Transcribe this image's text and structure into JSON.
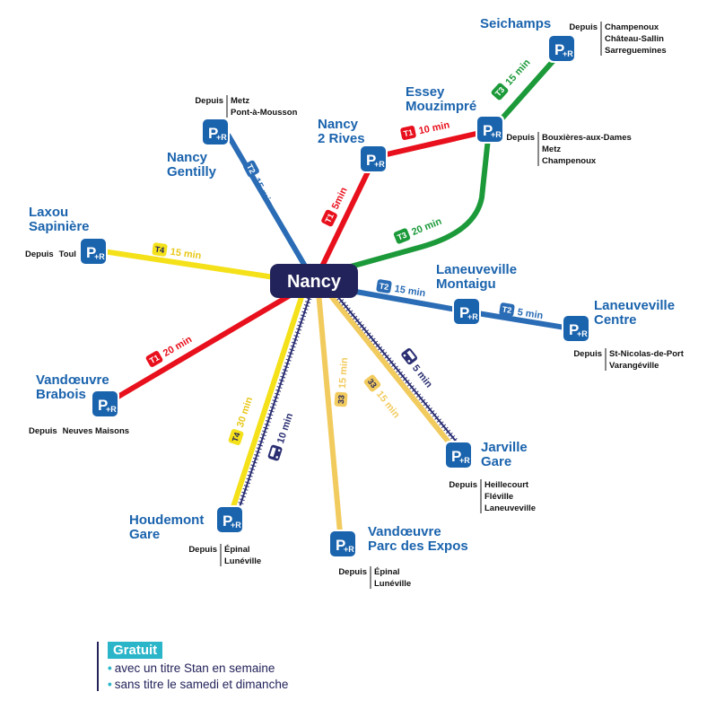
{
  "center": {
    "label": "Nancy"
  },
  "colors": {
    "T1": "#e8101c",
    "T2": "#2a6cb5",
    "T3": "#1c9a3a",
    "T4": "#f4e11a",
    "L33": "#f2cb5e",
    "rail": "#2b2f72",
    "brand": "#1a63ad",
    "accent": "#2bb5c9"
  },
  "lines": [
    {
      "id": "t2-gentilly",
      "badge": "T2",
      "time": "15 min"
    },
    {
      "id": "t1-2rives",
      "badge": "T1",
      "time": "5min"
    },
    {
      "id": "t1-essey",
      "badge": "T1",
      "time": "10 min"
    },
    {
      "id": "t3-essey",
      "badge": "T3",
      "time": "20 min"
    },
    {
      "id": "t3-seichamps",
      "badge": "T3",
      "time": "15 min"
    },
    {
      "id": "t4-laxou",
      "badge": "T4",
      "time": "15 min"
    },
    {
      "id": "t2-montaigu",
      "badge": "T2",
      "time": "15 min"
    },
    {
      "id": "t2-centre",
      "badge": "T2",
      "time": "5 min"
    },
    {
      "id": "t1-vandoeuvre",
      "badge": "T1",
      "time": "20 min"
    },
    {
      "id": "t4-houdemont",
      "badge": "T4",
      "time": "30 min"
    },
    {
      "id": "train-houdemont",
      "badge": "train-icon",
      "time": "10 min"
    },
    {
      "id": "l33-expos",
      "badge": "33",
      "time": "15 min"
    },
    {
      "id": "l33-jarville",
      "badge": "33",
      "time": "15 min"
    },
    {
      "id": "train-jarville",
      "badge": "train-icon",
      "time": "5 min"
    }
  ],
  "stations": [
    {
      "id": "seichamps",
      "name": [
        "Seichamps"
      ],
      "depuis": "Depuis",
      "from": [
        "Champenoux",
        "Château-Sallin",
        "Sarreguemines"
      ]
    },
    {
      "id": "essey",
      "name": [
        "Essey",
        "Mouzimpré"
      ],
      "depuis": "Depuis",
      "from": [
        "Bouxières-aux-Dames",
        "Metz",
        "Champenoux"
      ]
    },
    {
      "id": "nancy2rives",
      "name": [
        "Nancy",
        "2 Rives"
      ],
      "depuis": "",
      "from": []
    },
    {
      "id": "gentilly",
      "name": [
        "Nancy",
        "Gentilly"
      ],
      "depuis": "Depuis",
      "from": [
        "Metz",
        "Pont-à-Mousson"
      ]
    },
    {
      "id": "laxou",
      "name": [
        "Laxou",
        "Sapinière"
      ],
      "depuis": "Depuis",
      "from": [
        "Toul"
      ]
    },
    {
      "id": "montaigu",
      "name": [
        "Laneuveville",
        "Montaigu"
      ],
      "depuis": "",
      "from": []
    },
    {
      "id": "lvcentre",
      "name": [
        "Laneuveville",
        "Centre"
      ],
      "depuis": "Depuis",
      "from": [
        "St-Nicolas-de-Port",
        "Varangéville"
      ]
    },
    {
      "id": "brabois",
      "name": [
        "Vandœuvre",
        "Brabois"
      ],
      "depuis": "Depuis",
      "from": [
        "Neuves Maisons"
      ]
    },
    {
      "id": "jarville",
      "name": [
        "Jarville",
        "Gare"
      ],
      "depuis": "Depuis",
      "from": [
        "Heillecourt",
        "Fléville",
        "Laneuveville"
      ]
    },
    {
      "id": "houdemont",
      "name": [
        "Houdemont",
        "Gare"
      ],
      "depuis": "Depuis",
      "from": [
        "Épinal",
        "Lunéville"
      ]
    },
    {
      "id": "expos",
      "name": [
        "Vandœuvre",
        "Parc des Expos"
      ],
      "depuis": "Depuis",
      "from": [
        "Épinal",
        "Lunéville"
      ]
    }
  ],
  "parking_icon": {
    "p": "P",
    "r": "+R"
  },
  "legend": {
    "title": "Gratuit",
    "items": [
      "avec un titre Stan en semaine",
      "sans titre le samedi et dimanche"
    ]
  }
}
